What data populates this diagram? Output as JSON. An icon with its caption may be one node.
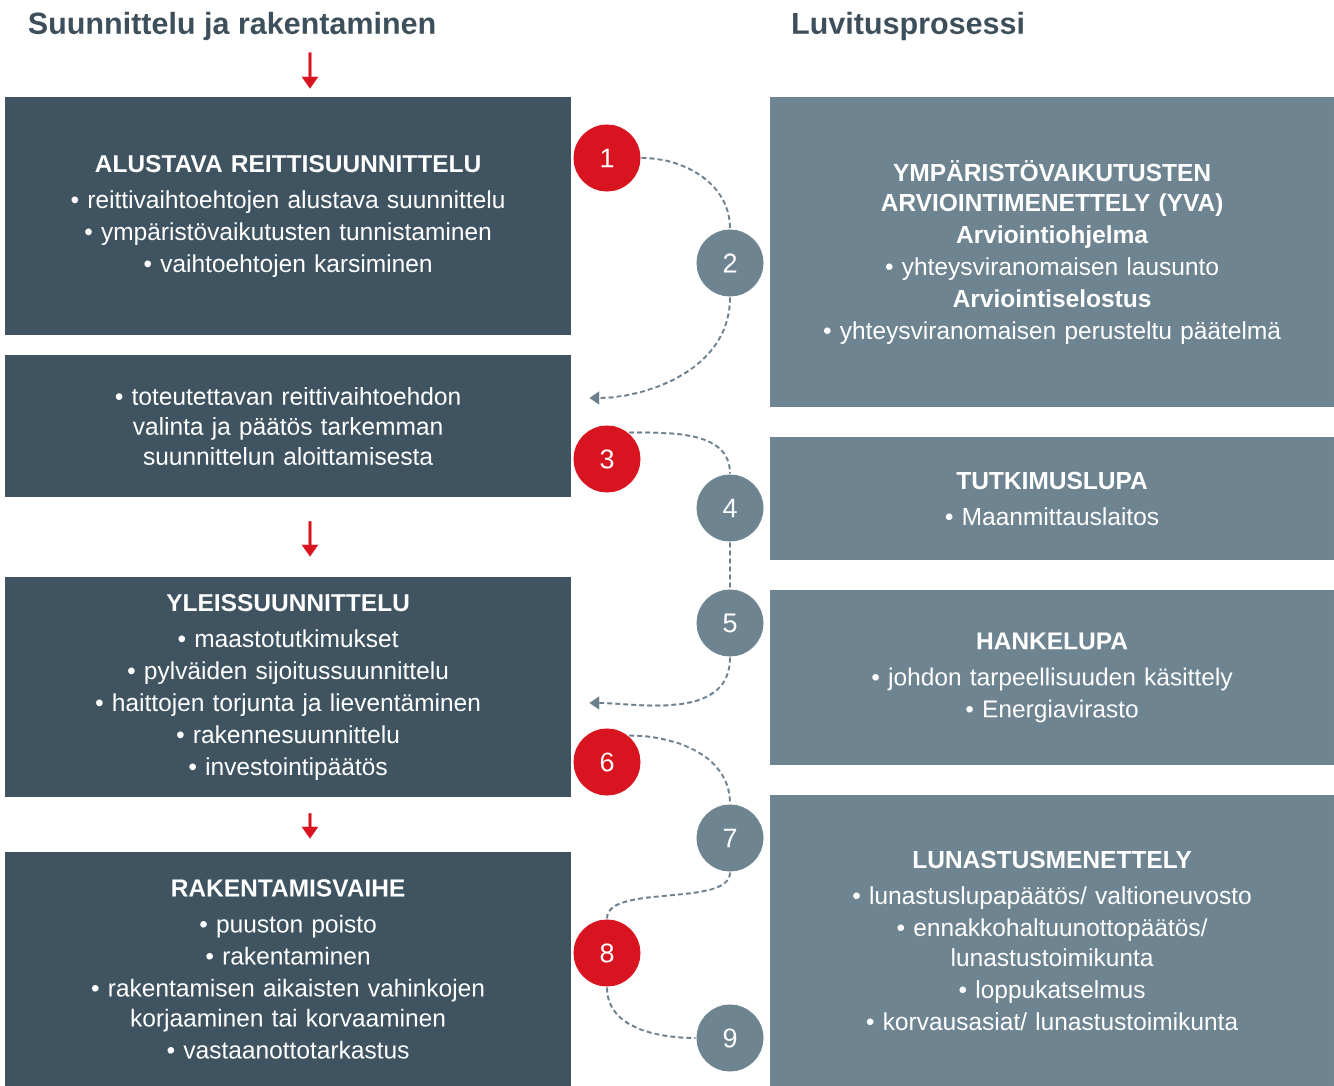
{
  "diagram": {
    "nodes": [
      {
        "text": [
          "Suunnittelu ja rakentaminen"
        ]
      },
      {
        "text": [
          "ALUSTAVA REITTISUUNNITTELU",
          "• reittivaihtoehtojen alustava suunnittelu",
          "• ympäristövaikutusten tunnistaminen",
          "• vaihtoehtojen karsiminen"
        ]
      },
      {
        "text": [
          "• toteutettavan reittivaihtoehdon valinta ja päätös tarkemman suunnittelun aloittamisesta"
        ]
      },
      {
        "text": [
          "YLEISSUUNNITTELU",
          "• maastotutkimukset",
          "• pylväiden sijoitussuunnittelu",
          "• haittojen torjunta ja lieventäminen",
          "• rakennesuunnittelu",
          "• investointipäätös"
        ]
      },
      {
        "text": [
          "RAKENTAMISVAIHE",
          "• puuston poisto",
          "• rakentaminen",
          "• rakentamisen aikaisten vahinkojen korjaaminen tai korvaaminen",
          "• vastaanottotarkastus"
        ]
      },
      {
        "text": [
          "YMPÄRISTÖVAIKUTUSTEN ARVIOINTIMENETTELY (YVA)",
          "Arviointiohjelma",
          "• yhteysviranomaisen lausunto",
          "Arviointiselostus",
          "• yhteysviranomaisen perusteltu päätelmä"
        ]
      },
      {
        "text": [
          "TUTKIMUSLUPA",
          "• Maanmittauslaitos"
        ]
      },
      {
        "text": [
          "HANKELUPA",
          "• johdon tarpeellisuuden käsittely",
          "• Energiavirasto"
        ]
      },
      {
        "text": [
          "LUNASTUSMENETTELY",
          "• lunastuslupapäätös/ valtioneuvosto",
          "• ennakkohaltuunottopäätös/ lunastustoimikunta",
          "• loppukatselmus",
          "• korvausasiat/ lunastustoimikunta"
        ]
      },
      {
        "text": [
          "1"
        ]
      },
      {
        "text": [
          "2"
        ]
      },
      {
        "text": [
          "3"
        ]
      },
      {
        "text": [
          "4"
        ]
      },
      {
        "text": [
          "5"
        ]
      },
      {
        "text": [
          "6"
        ]
      },
      {
        "text": [
          "7"
        ]
      },
      {
        "text": [
          "8"
        ]
      },
      {
        "text": [
          "9"
        ]
      }
    ],
    "edges": [
      {
        "from": 0,
        "to": 1,
        "arrow": "to",
        "color": "#d7141f"
      },
      {
        "from": 2,
        "to": 3,
        "arrow": "to",
        "color": "#d7141f"
      },
      {
        "from": 3,
        "to": 4,
        "arrow": "to",
        "color": "#d7141f"
      },
      {
        "from": 9,
        "to": 10,
        "arrow": "none",
        "style": "dashed"
      },
      {
        "from": 10,
        "to": 2,
        "arrow": "to",
        "style": "dashed"
      },
      {
        "from": 11,
        "to": 12,
        "arrow": "none",
        "style": "dashed"
      },
      {
        "from": 12,
        "to": 13,
        "arrow": "none",
        "style": "dashed"
      },
      {
        "from": 13,
        "to": 3,
        "arrow": "to",
        "style": "dashed"
      },
      {
        "from": 14,
        "to": 15,
        "arrow": "none",
        "style": "dashed"
      },
      {
        "from": 15,
        "to": 16,
        "arrow": "none",
        "style": "dashed"
      },
      {
        "from": 16,
        "to": 17,
        "arrow": "none",
        "style": "dashed"
      }
    ],
    "labels": [
      "Luvitusprosessi"
    ]
  }
}
